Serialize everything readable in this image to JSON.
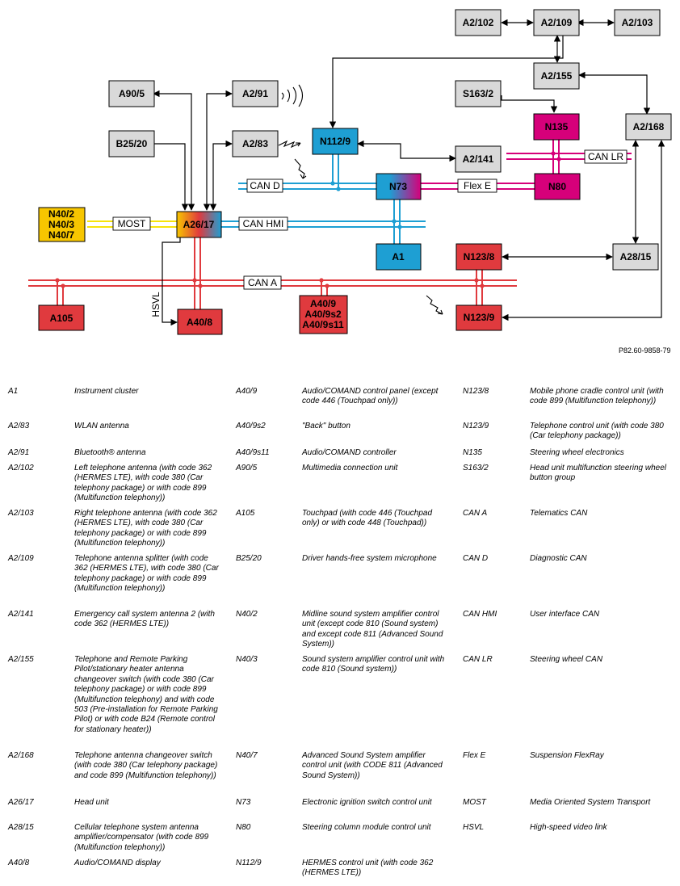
{
  "diagram": {
    "components": {
      "A2_102": "A2/102",
      "A2_109": "A2/109",
      "A2_103": "A2/103",
      "A2_155": "A2/155",
      "A90_5": "A90/5",
      "A2_91": "A2/91",
      "S163_2": "S163/2",
      "N135": "N135",
      "A2_168": "A2/168",
      "B25_20": "B25/20",
      "A2_83": "A2/83",
      "N112_9": "N112/9",
      "A2_141": "A2/141",
      "N40_lines": [
        "N40/2",
        "N40/3",
        "N40/7"
      ],
      "A26_17": "A26/17",
      "N73": "N73",
      "N80": "N80",
      "A1": "A1",
      "N123_8": "N123/8",
      "A28_15": "A28/15",
      "A105": "A105",
      "A40_8": "A40/8",
      "A40_9_lines": [
        "A40/9",
        "A40/9s2",
        "A40/9s11"
      ],
      "N123_9": "N123/9"
    },
    "buses": {
      "can_d": "CAN D",
      "can_hmi": "CAN HMI",
      "can_a": "CAN A",
      "can_lr": "CAN LR",
      "flex_e": "Flex E",
      "most": "MOST",
      "hsvl": "HSVL"
    },
    "colors": {
      "gray_box": "#d9d9d9",
      "can_red": "#e03a3e",
      "can_blue": "#1e9fd3",
      "most_yellow": "#f6e30a",
      "flex_magenta": "#d6007a",
      "yellow_box": "#f7c600",
      "red_box": "#e03a3e",
      "blue_box": "#1e9fd3",
      "magenta_box": "#d6007a"
    },
    "reference": "P82.60-9858-79"
  },
  "legend": [
    {
      "code": "A1",
      "desc": "Instrument cluster"
    },
    {
      "code": "A2/83",
      "desc": "WLAN antenna"
    },
    {
      "code": "A2/91",
      "desc": "Bluetooth® antenna"
    },
    {
      "code": "A2/102",
      "desc": "Left telephone antenna (with code 362 (HERMES LTE), with code 380 (Car telephony package) or with code 899 (Multifunction telephony))"
    },
    {
      "code": "A2/103",
      "desc": "Right telephone antenna (with code 362 (HERMES LTE), with code 380 (Car telephony package) or with code 899 (Multifunction telephony))"
    },
    {
      "code": "A2/109",
      "desc": "Telephone antenna splitter (with code 362 (HERMES LTE), with code 380 (Car telephony package) or with code 899 (Multifunction telephony))"
    },
    {
      "code": "A2/141",
      "desc": "Emergency call system antenna 2 (with code 362 (HERMES LTE))"
    },
    {
      "code": "A2/155",
      "desc": "Telephone and Remote Parking Pilot/stationary heater antenna changeover switch (with code 380 (Car telephony package) or with code 899 (Multifunction telephony) and with code 503 (Pre-installation for Remote Parking Pilot) or with code B24 (Remote control for stationary heater))"
    },
    {
      "code": "A2/168",
      "desc": "Telephone antenna changeover switch (with code 380 (Car telephony package) and code 899 (Multifunction telephony))"
    },
    {
      "code": "A26/17",
      "desc": "Head unit"
    },
    {
      "code": "A28/15",
      "desc": "Cellular telephone system antenna amplifier/compensator (with code 899 (Multifunction telephony))"
    },
    {
      "code": "A40/8",
      "desc": "Audio/COMAND display"
    },
    {
      "code": "A40/9",
      "desc": "Audio/COMAND control panel (except code 446 (Touchpad only))"
    },
    {
      "code": "A40/9s2",
      "desc": "\"Back\" button"
    },
    {
      "code": "A40/9s11",
      "desc": "Audio/COMAND controller"
    },
    {
      "code": "A90/5",
      "desc": "Multimedia connection unit"
    },
    {
      "code": "A105",
      "desc": "Touchpad (with code 446 (Touchpad only) or with code 448 (Touchpad))"
    },
    {
      "code": "B25/20",
      "desc": "Driver hands-free system microphone"
    },
    {
      "code": "N40/2",
      "desc": "Midline sound system amplifier control unit (except code 810 (Sound system) and except code 811 (Advanced Sound System))"
    },
    {
      "code": "N40/3",
      "desc": "Sound system amplifier control unit with code 810 (Sound system))"
    },
    {
      "code": "N40/7",
      "desc": "Advanced Sound System amplifier control unit (with CODE 811 (Advanced Sound System))"
    },
    {
      "code": "N73",
      "desc": "Electronic ignition switch control unit"
    },
    {
      "code": "N80",
      "desc": "Steering column module control unit"
    },
    {
      "code": "N112/9",
      "desc": "HERMES control unit (with code 362 (HERMES LTE))"
    },
    {
      "code": "N123/8",
      "desc": "Mobile phone cradle control unit (with code 899 (Multifunction telephony))"
    },
    {
      "code": "N123/9",
      "desc": "Telephone control unit (with code 380 (Car telephony package))"
    },
    {
      "code": "N135",
      "desc": "Steering wheel electronics"
    },
    {
      "code": "S163/2",
      "desc": "Head unit multifunction steering wheel button group"
    },
    {
      "code": "CAN A",
      "desc": "Telematics CAN"
    },
    {
      "code": "CAN D",
      "desc": "Diagnostic CAN"
    },
    {
      "code": "CAN HMI",
      "desc": "User interface CAN"
    },
    {
      "code": "CAN LR",
      "desc": "Steering wheel CAN"
    },
    {
      "code": "Flex E",
      "desc": "Suspension FlexRay"
    },
    {
      "code": "MOST",
      "desc": "Media Oriented System Transport"
    },
    {
      "code": "HSVL",
      "desc": "High-speed video link"
    }
  ]
}
